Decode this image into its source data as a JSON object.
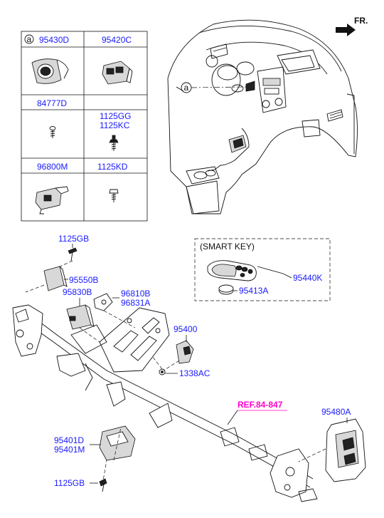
{
  "direction_label": "FR.",
  "legend": {
    "circle_marker": "a",
    "cells": [
      {
        "part": "95430D"
      },
      {
        "part": "95420C"
      },
      {
        "part": "84777D"
      },
      {
        "part": "1125GG",
        "part2": "1125KC"
      },
      {
        "part": "96800M"
      },
      {
        "part": "1125KD"
      }
    ]
  },
  "callout_marker": "a",
  "smart_key": {
    "title": "(SMART KEY)",
    "fob_part": "95440K",
    "battery_part": "95413A"
  },
  "callouts": {
    "p1125gb_top": "1125GB",
    "p95550b": "95550B",
    "p95830b": "95830B",
    "p96810b": "96810B",
    "p96831a": "96831A",
    "p95400": "95400",
    "p1338ac": "1338AC",
    "ref": "REF.84-847",
    "p95480a": "95480A",
    "p95401d": "95401D",
    "p95401m": "95401M",
    "p1125gb_bottom": "1125GB"
  }
}
